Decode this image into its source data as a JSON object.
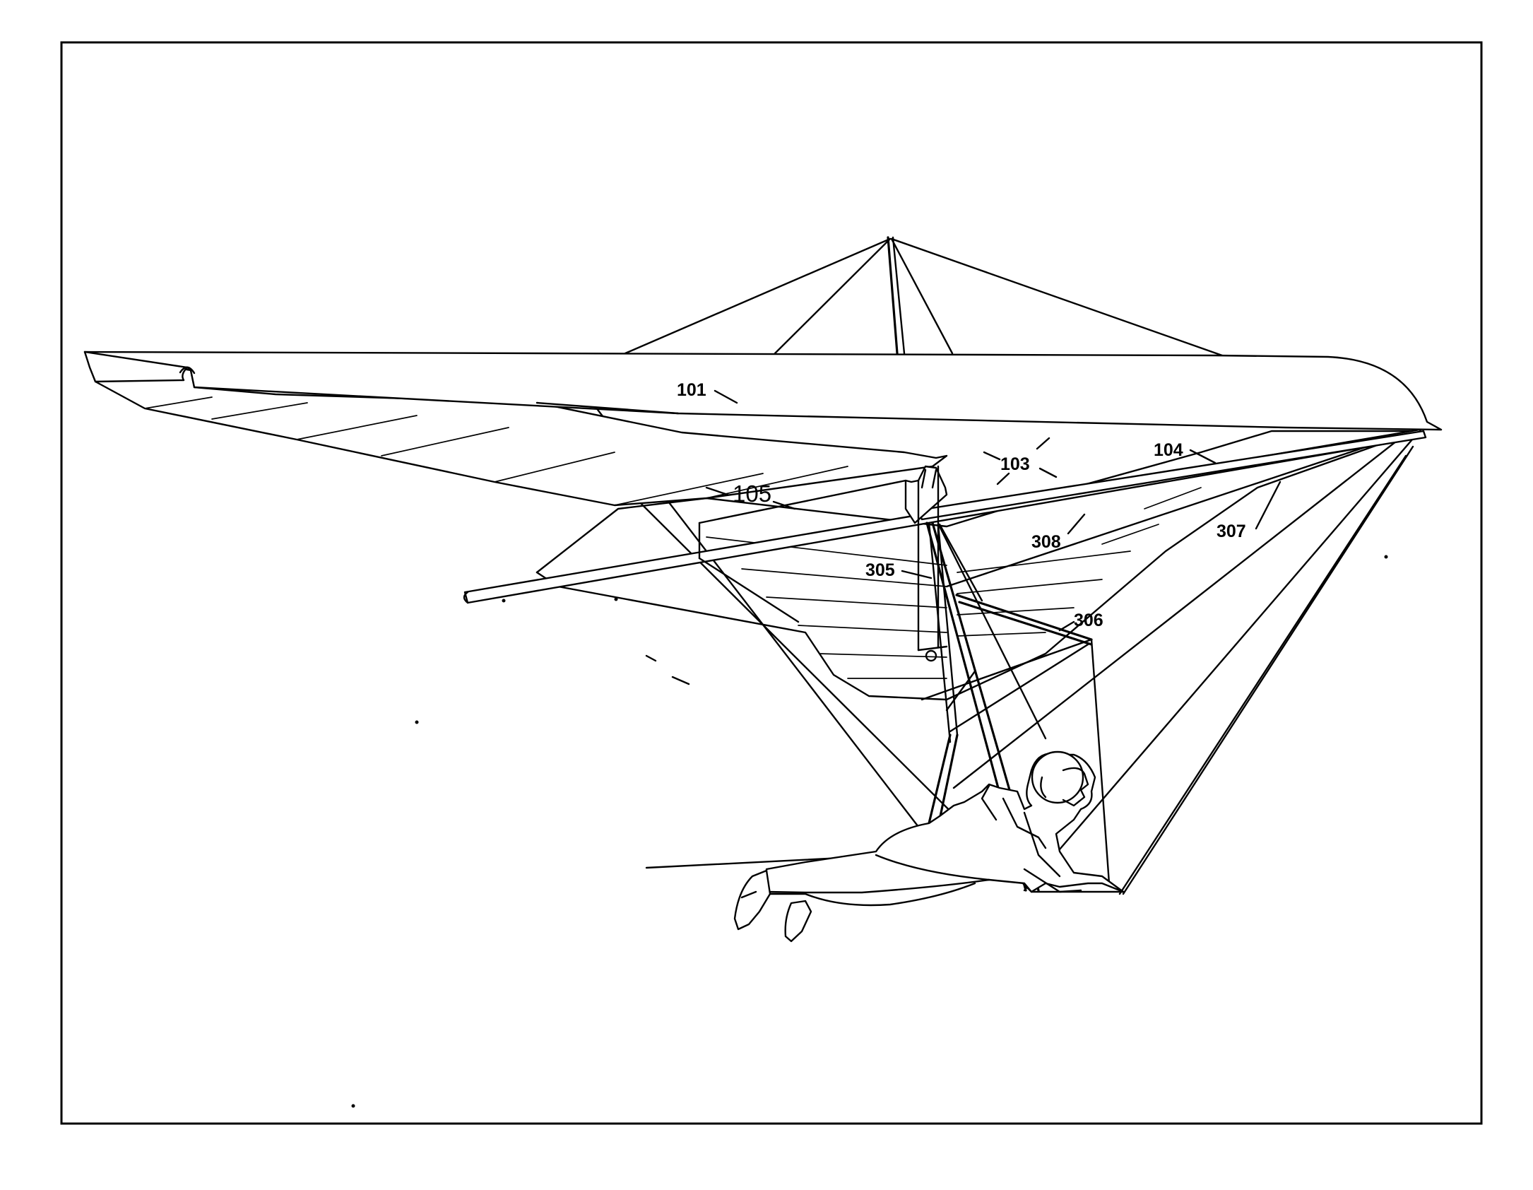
{
  "figure": {
    "labels": {
      "l101": "101",
      "l103": "103",
      "l104": "104",
      "l105": "105",
      "l305": "305",
      "l306": "306",
      "l307": "307",
      "l308": "308"
    }
  }
}
